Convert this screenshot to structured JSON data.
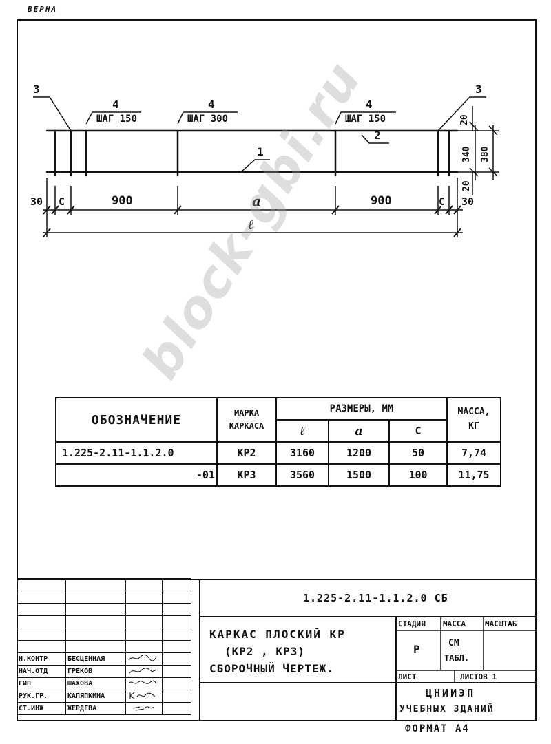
{
  "verification_mark": "ВЕРНА",
  "watermark": "block-gbi.ru",
  "drawing": {
    "callouts": {
      "item_3_left": "3",
      "item_3_right": "3",
      "item_4_a": "4",
      "item_4_b": "4",
      "item_4_c": "4",
      "item_1": "1",
      "item_2": "2"
    },
    "step_labels": [
      "ШАГ 150",
      "ШАГ 300",
      "ШАГ 150"
    ],
    "vertical_dims": [
      "20",
      "340",
      "380",
      "20"
    ],
    "horizontal_dims": {
      "left_30": "30",
      "c_left": "C",
      "d900_left": "900",
      "a": "a",
      "d900_right": "900",
      "c_right": "C",
      "right_30": "30",
      "total": "ℓ"
    }
  },
  "spec_table": {
    "headers": {
      "designation": "ОБОЗНАЧЕНИЕ",
      "frame_mark": "МАРКА КАРКАСА",
      "frame_mark_line1": "МАРКА",
      "frame_mark_line2": "КАРКАСА",
      "dimensions": "РАЗМЕРЫ, ММ",
      "dim_l": "ℓ",
      "dim_a": "a",
      "dim_c": "C",
      "mass_line1": "МАССА,",
      "mass_line2": "КГ"
    },
    "rows": [
      {
        "designation": "1.225-2.11-1.1.2.0",
        "mark": "КР2",
        "l": "3160",
        "a": "1200",
        "c": "50",
        "mass": "7,74"
      },
      {
        "designation": "-01",
        "mark": "КР3",
        "l": "3560",
        "a": "1500",
        "c": "100",
        "mass": "11,75"
      }
    ]
  },
  "title_block": {
    "doc_code": "1.225-2.11-1.1.2.0 СБ",
    "title_line1": "КАРКАС ПЛОСКИЙ КР",
    "title_line2": "(КР2 , КР3)",
    "title_line3": "СБОРОЧНЫЙ ЧЕРТЕЖ.",
    "stage_header": "СТАДИЯ",
    "mass_header": "МАССА",
    "scale_header": "МАСШТАБ",
    "stage_value": "Р",
    "mass_value_line1": "СМ",
    "mass_value_line2": "ТАБЛ.",
    "sheet_label": "ЛИСТ",
    "sheets_label": "ЛИСТОВ 1",
    "org_line1": "ЦНИИЭП",
    "org_line2": "УЧЕБНЫХ ЗДАНИЙ",
    "format": "ФОРМАТ А4",
    "signatures": [
      {
        "role": "Н.КОНТР",
        "name": "БЕСЦЕННАЯ"
      },
      {
        "role": "НАЧ.ОТД",
        "name": "ГРЕКОВ"
      },
      {
        "role": "ГИП",
        "name": "ШАХОВА"
      },
      {
        "role": "РУК.ГР.",
        "name": "КАПЯПКИНА"
      },
      {
        "role": "СТ.ИНЖ",
        "name": "ЖЕРДЕВА"
      }
    ]
  }
}
